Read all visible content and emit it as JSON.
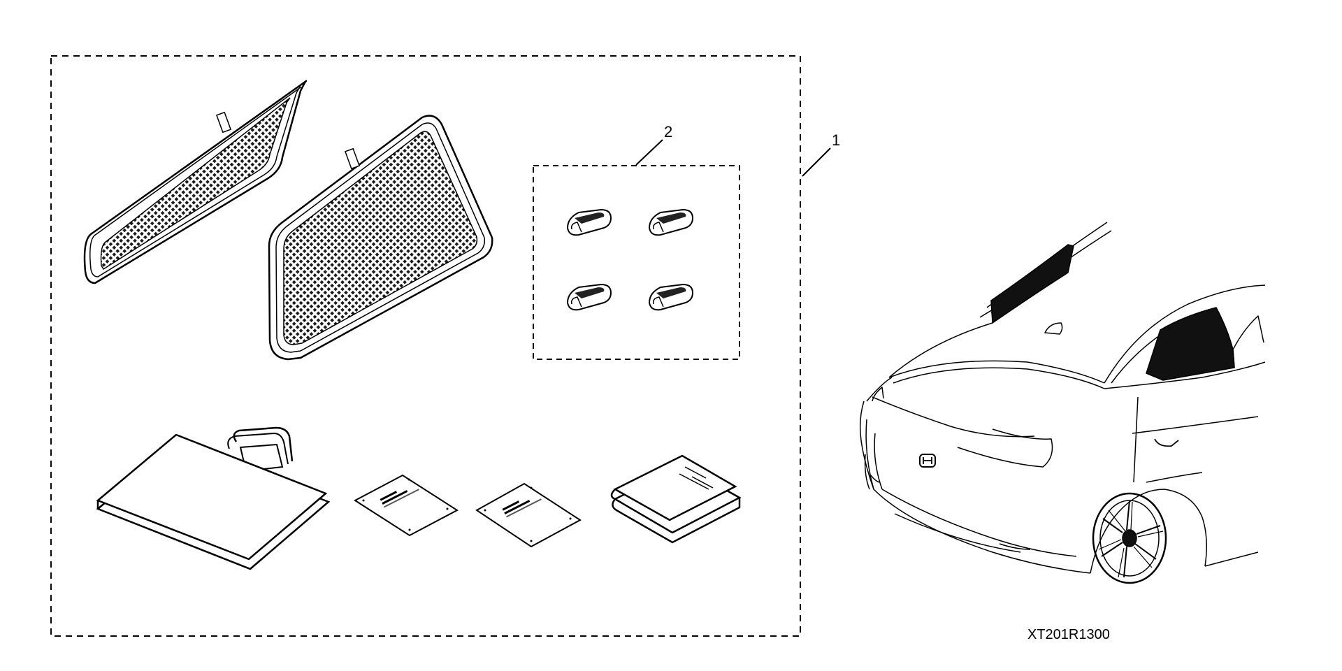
{
  "callouts": {
    "kit": "1",
    "clips": "2"
  },
  "part_code": "XT201R1300",
  "colors": {
    "line": "#000000",
    "background": "#ffffff",
    "shade_tint": "#1a1a1a"
  },
  "icons": {
    "small_shade": "window-shade-small",
    "large_shade": "window-shade-large",
    "clip": "mounting-clip",
    "bag": "storage-bag",
    "instructions": "instruction-booklet",
    "label_sheet": "label-sheet",
    "vehicle": "sedan-rear-three-quarter-view"
  }
}
